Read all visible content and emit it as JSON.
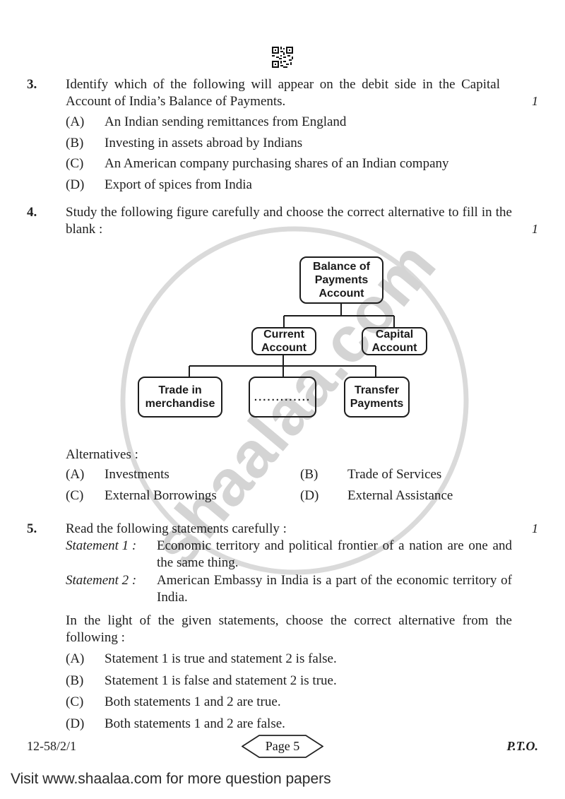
{
  "page": {
    "watermark_text": "shaalaa.com",
    "watermark_color": "#d4d4d4",
    "qr_icon": "qr-code"
  },
  "questions": {
    "q3": {
      "number": "3.",
      "text": "Identify which of the following will appear on the debit side in the Capital Account of India’s Balance of Payments.",
      "marks": "1",
      "options": [
        {
          "label": "(A)",
          "text": "An Indian sending remittances from England"
        },
        {
          "label": "(B)",
          "text": "Investing in assets abroad by Indians"
        },
        {
          "label": "(C)",
          "text": "An American company purchasing shares of an Indian company"
        },
        {
          "label": "(D)",
          "text": "Export of spices from India"
        }
      ]
    },
    "q4": {
      "number": "4.",
      "text": "Study the following figure carefully and choose the correct alternative to fill in the blank :",
      "marks": "1",
      "alternatives_heading": "Alternatives :",
      "options": [
        {
          "label": "(A)",
          "text": "Investments"
        },
        {
          "label": "(B)",
          "text": "Trade of Services"
        },
        {
          "label": "(C)",
          "text": "External Borrowings"
        },
        {
          "label": "(D)",
          "text": "External Assistance"
        }
      ]
    },
    "q5": {
      "number": "5.",
      "text": "Read the following statements carefully :",
      "marks": "1",
      "statements": [
        {
          "label": "Statement 1 :",
          "text": "Economic territory and political frontier of a nation are one and the same thing."
        },
        {
          "label": "Statement 2 :",
          "text": "American Embassy in India is a part of the economic territory of India."
        }
      ],
      "followup": "In the light of the given statements, choose the correct alternative from the following :",
      "options": [
        {
          "label": "(A)",
          "text": "Statement 1 is true and statement 2 is false."
        },
        {
          "label": "(B)",
          "text": "Statement 1 is false and statement 2 is true."
        },
        {
          "label": "(C)",
          "text": "Both statements 1 and 2 are true."
        },
        {
          "label": "(D)",
          "text": "Both statements 1 and 2 are false."
        }
      ]
    }
  },
  "diagram": {
    "root": "Balance of Payments Account",
    "left_child": "Current Account",
    "right_child": "Capital Account",
    "leaf1": "Trade in merchandise",
    "leaf2_blank": ".............",
    "leaf3": "Transfer Payments"
  },
  "footer": {
    "paper_code": "12-58/2/1",
    "page_label": "Page 5",
    "pto": "P.T.O."
  },
  "visit_note": "Visit www.shaalaa.com for more question papers"
}
